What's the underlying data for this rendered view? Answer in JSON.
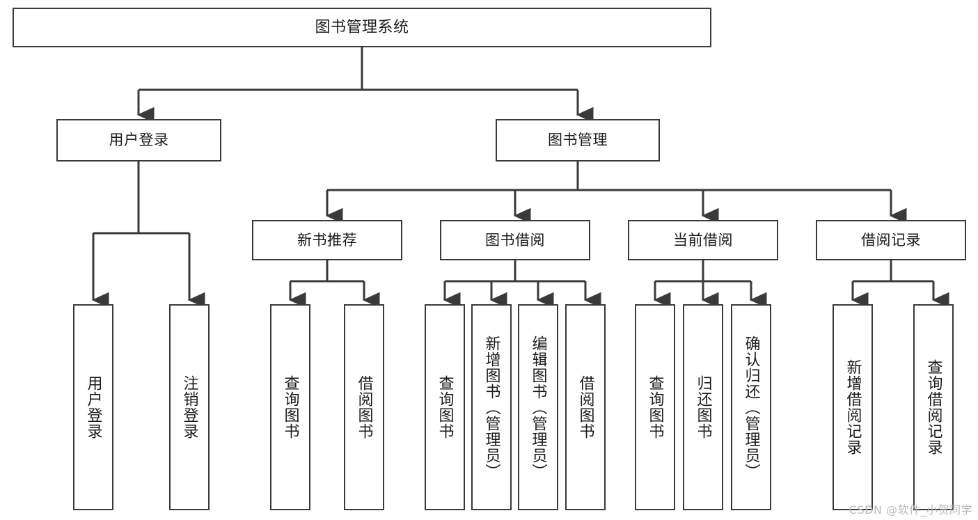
{
  "diagram": {
    "title": "图书管理系统",
    "type": "hierarchy-tree",
    "watermark": "CSDN @软件_小贺同学",
    "colors": {
      "box_border": "#3a3a3a",
      "box_fill": "#ffffff",
      "connector": "#3a3a3a",
      "text": "#1b1b1b",
      "watermark": "#b9b9b9",
      "background": "#ffffff"
    },
    "root": {
      "label": "图书管理系统"
    },
    "level1": [
      {
        "label": "用户登录"
      },
      {
        "label": "图书管理"
      }
    ],
    "level2": [
      {
        "label": "新书推荐"
      },
      {
        "label": "图书借阅"
      },
      {
        "label": "当前借阅"
      },
      {
        "label": "借阅记录"
      }
    ],
    "leaves": {
      "user_login": [
        {
          "label": "用户登录"
        },
        {
          "label": "注销登录"
        }
      ],
      "new_book_recommend": [
        {
          "label": "查询图书"
        },
        {
          "label": "借阅图书"
        }
      ],
      "book_borrow": [
        {
          "label": "查询图书"
        },
        {
          "label": "新增图书（管理员）"
        },
        {
          "label": "编辑图书（管理员）"
        },
        {
          "label": "借阅图书"
        }
      ],
      "current_borrow": [
        {
          "label": "查询图书"
        },
        {
          "label": "归还图书"
        },
        {
          "label": "确认归还（管理员）"
        }
      ],
      "borrow_record": [
        {
          "label": "新增借阅记录"
        },
        {
          "label": "查询借阅记录"
        }
      ]
    }
  }
}
